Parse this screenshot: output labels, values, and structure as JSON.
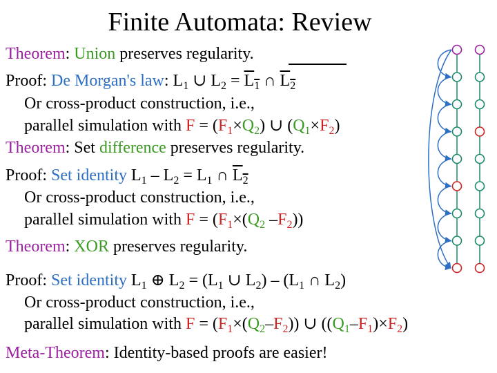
{
  "title": "Finite Automata: Review",
  "thm1": {
    "label": "Theorem",
    "colon": ": ",
    "key": "Union",
    "rest": " preserves regularity."
  },
  "proof1": {
    "label": "Proof: ",
    "method": "De Morgan's law",
    "colon": ":  ",
    "L": "L",
    "one": "1",
    "two": "2",
    "union": " ∪ ",
    "eq": " = ",
    "cap": " ∩ "
  },
  "or1": "Or cross-product construction, i.e.,",
  "par1": {
    "text": "parallel simulation with ",
    "F": "F",
    "eq": " = (",
    "one": "1",
    "times": "×",
    "Q": "Q",
    "two": "2",
    "close": ")",
    "union": " ∪ ",
    "open": "(",
    "end": ")"
  },
  "thm2": {
    "label": "Theorem",
    "colon": ": Set ",
    "key": "difference",
    "rest": " preserves regularity."
  },
  "proof2": {
    "label": "Proof: ",
    "method": "Set identity",
    "minus": " – "
  },
  "or2": "Or cross-product construction, i.e.,",
  "par2": {
    "text": "parallel simulation with ",
    "minus": " –"
  },
  "thm3": {
    "label": "Theorem",
    "colon": ": ",
    "key": "XOR",
    "rest": " preserves regularity."
  },
  "proof3": {
    "label": "Proof: ",
    "method": "Set identity",
    "xor": " ⊕ ",
    "eq": " = (",
    "mid": ") – (",
    "end": ")"
  },
  "or3": "Or cross-product construction, i.e.,",
  "par3": {
    "text": "parallel simulation with ",
    "a": "))",
    "u": " ∪ ((",
    "b": ")"
  },
  "meta": {
    "label": "Meta-Theorem",
    "rest": ": Identity-based proofs are easier!"
  },
  "colors": {
    "blue": "#2d6fc4",
    "green": "#3a9a22",
    "purple": "#9b1fa0",
    "red": "#cc2222",
    "teal": "#1a8a6a"
  },
  "diagram": {
    "rows": [
      {
        "left": "accept",
        "right": "accept"
      },
      {
        "left": "plain",
        "right": "plain"
      },
      {
        "left": "plain",
        "right": "plain"
      },
      {
        "left": "plain",
        "right": "accept"
      },
      {
        "left": "plain",
        "right": "plain"
      },
      {
        "left": "accept",
        "right": "plain"
      },
      {
        "left": "plain",
        "right": "plain"
      },
      {
        "left": "plain",
        "right": "plain"
      },
      {
        "left": "accept",
        "right": "accept"
      }
    ]
  }
}
